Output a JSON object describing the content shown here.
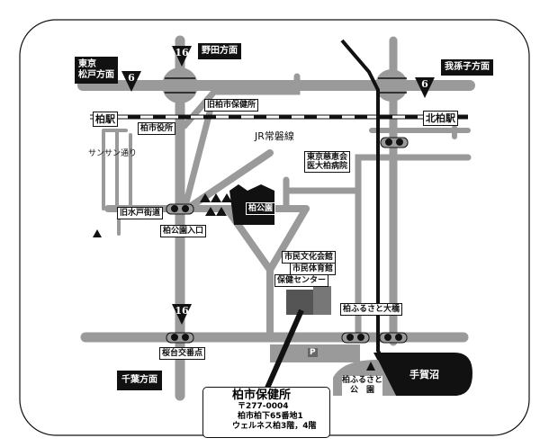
{
  "directions": {
    "tokyo_matsudo": "東京\n松戸方面",
    "noda": "野田方面",
    "abiko": "我孫子方面",
    "chiba": "千葉方面"
  },
  "routes": {
    "r6_west": "6",
    "r6_east": "6",
    "r16_north": "16",
    "r16_south": "16"
  },
  "landmarks": {
    "old_health_center": "旧柏市保健所",
    "kashiwa_station": "柏駅",
    "city_hall": "柏市役所",
    "jr_line": "JR常磐線",
    "kita_kashiwa_station": "北柏駅",
    "sunsun_street": "サンサン通り",
    "hospital": "東京慈恵会\n医大柏病院",
    "old_mito_road": "旧水戸街道",
    "park_entrance": "柏公園入口",
    "park": "柏公園",
    "culture_hall": "市民文化会館",
    "gymnasium": "市民体育館",
    "health_center": "保健センター",
    "bridge": "柏ふるさと大橋",
    "sakuradai": "桜台交番点",
    "furusato_park": "柏ふるさと\n公　園",
    "teganuma": "手賀沼",
    "parking": "P"
  },
  "info": {
    "name": "柏市保健所",
    "postal": "〒277-0004",
    "address": "柏市柏下65番地1",
    "building": "ウェルネス柏3階，4階"
  },
  "colors": {
    "road": "#9a9a9a",
    "ink": "#111111"
  }
}
